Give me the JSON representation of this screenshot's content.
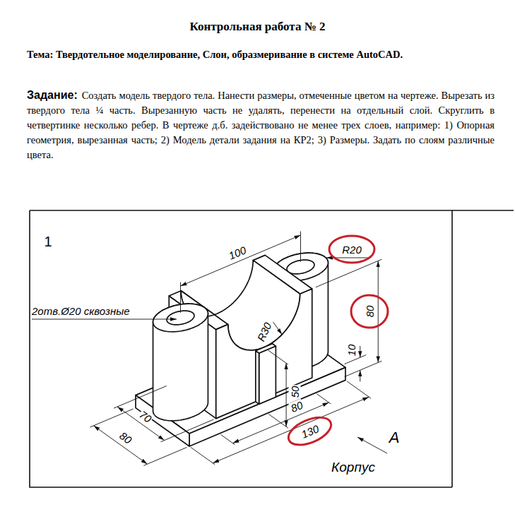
{
  "diagram": {
    "title": "Контрольная работа № 2",
    "labels": [
      "Тема: Твердотельное моделирование, Слои, образмеривание в системе AutoCAD.",
      "Задание:",
      "Создать модель твердого тела. Нанести размеры, отмеченные цветом на чертеже. Вырезать из твердого тела ¼ часть. Вырезанную часть не удалять, перенести на отдельный слой. Скруглить в четвертинке несколько ребер. В чертеже д.б. задействовано не менее трех слоев, например: 1) Опорная геометрия, вырезанная часть; 2) Модель детали задания на КР2; 3) Размеры. Задать по слоям различные цвета.",
      "1",
      "100",
      "R20",
      "2отв.Ø20 сквозные",
      "80",
      "R30",
      "10",
      "50",
      "80",
      "70",
      "80",
      "130",
      "А",
      "Корпус"
    ]
  }
}
